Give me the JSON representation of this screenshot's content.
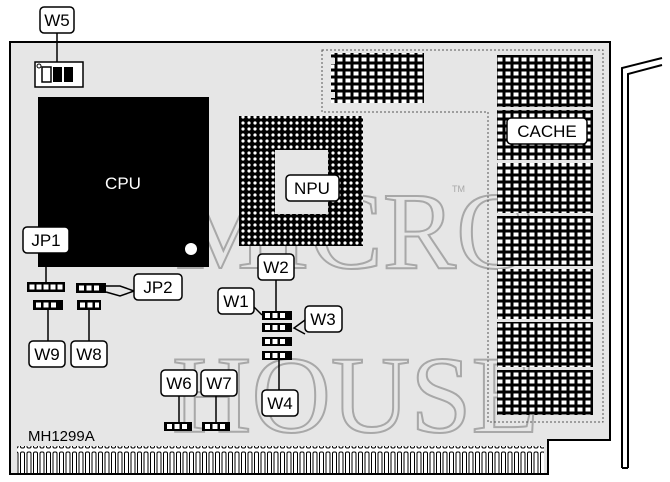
{
  "board": {
    "model_code": "MH1299A",
    "watermark_line1": "MICRO",
    "watermark_line2": "HOUSE",
    "trademark": "TM"
  },
  "components": {
    "cpu": "CPU",
    "npu": "NPU",
    "cache": "CACHE"
  },
  "jumpers": {
    "w5": "W5",
    "jp1": "JP1",
    "jp2": "JP2",
    "w9": "W9",
    "w8": "W8",
    "w1": "W1",
    "w2": "W2",
    "w3": "W3",
    "w4": "W4",
    "w6": "W6",
    "w7": "W7"
  },
  "colors": {
    "board": "#e6e6e6",
    "chip": "#000000",
    "outline": "#000000"
  }
}
